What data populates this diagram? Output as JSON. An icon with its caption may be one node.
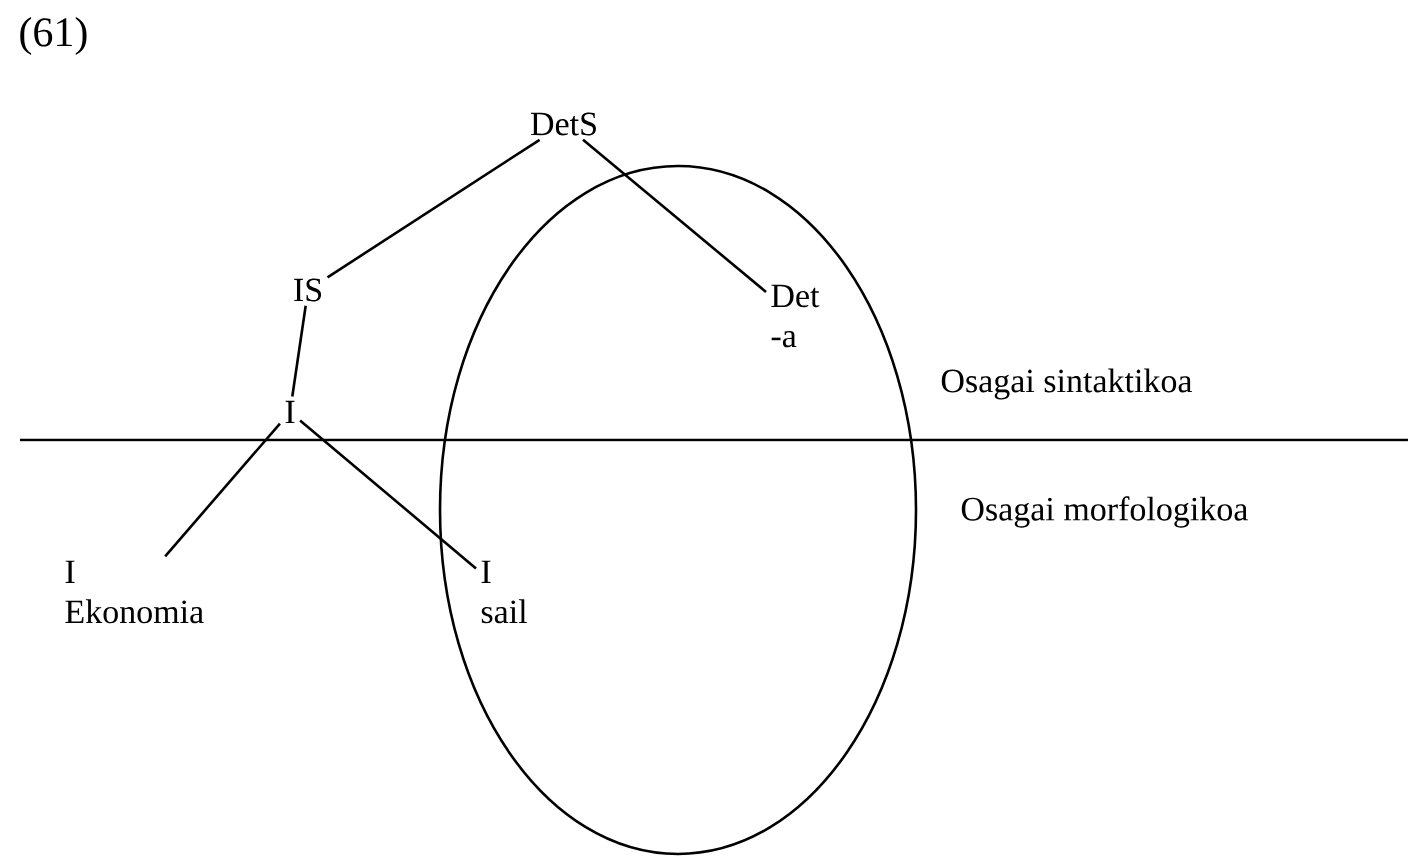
{
  "diagram": {
    "nodes": [
      {
        "text": [
          "DetS"
        ]
      },
      {
        "text": [
          "IS"
        ]
      },
      {
        "text": [
          "Det",
          "-a"
        ]
      },
      {
        "text": [
          "I"
        ]
      },
      {
        "text": [
          "I",
          "Ekonomia"
        ]
      },
      {
        "text": [
          "I",
          "sail"
        ]
      }
    ],
    "edges": [
      {
        "from": 0,
        "to": 1,
        "arrow": "none"
      },
      {
        "from": 0,
        "to": 2,
        "arrow": "none"
      },
      {
        "from": 1,
        "to": 3,
        "arrow": "none"
      },
      {
        "from": 3,
        "to": 4,
        "arrow": "none"
      },
      {
        "from": 3,
        "to": 5,
        "arrow": "none"
      }
    ],
    "labels": [
      "(61)",
      "Osagai sintaktikoa",
      "Osagai morfologikoa"
    ]
  }
}
